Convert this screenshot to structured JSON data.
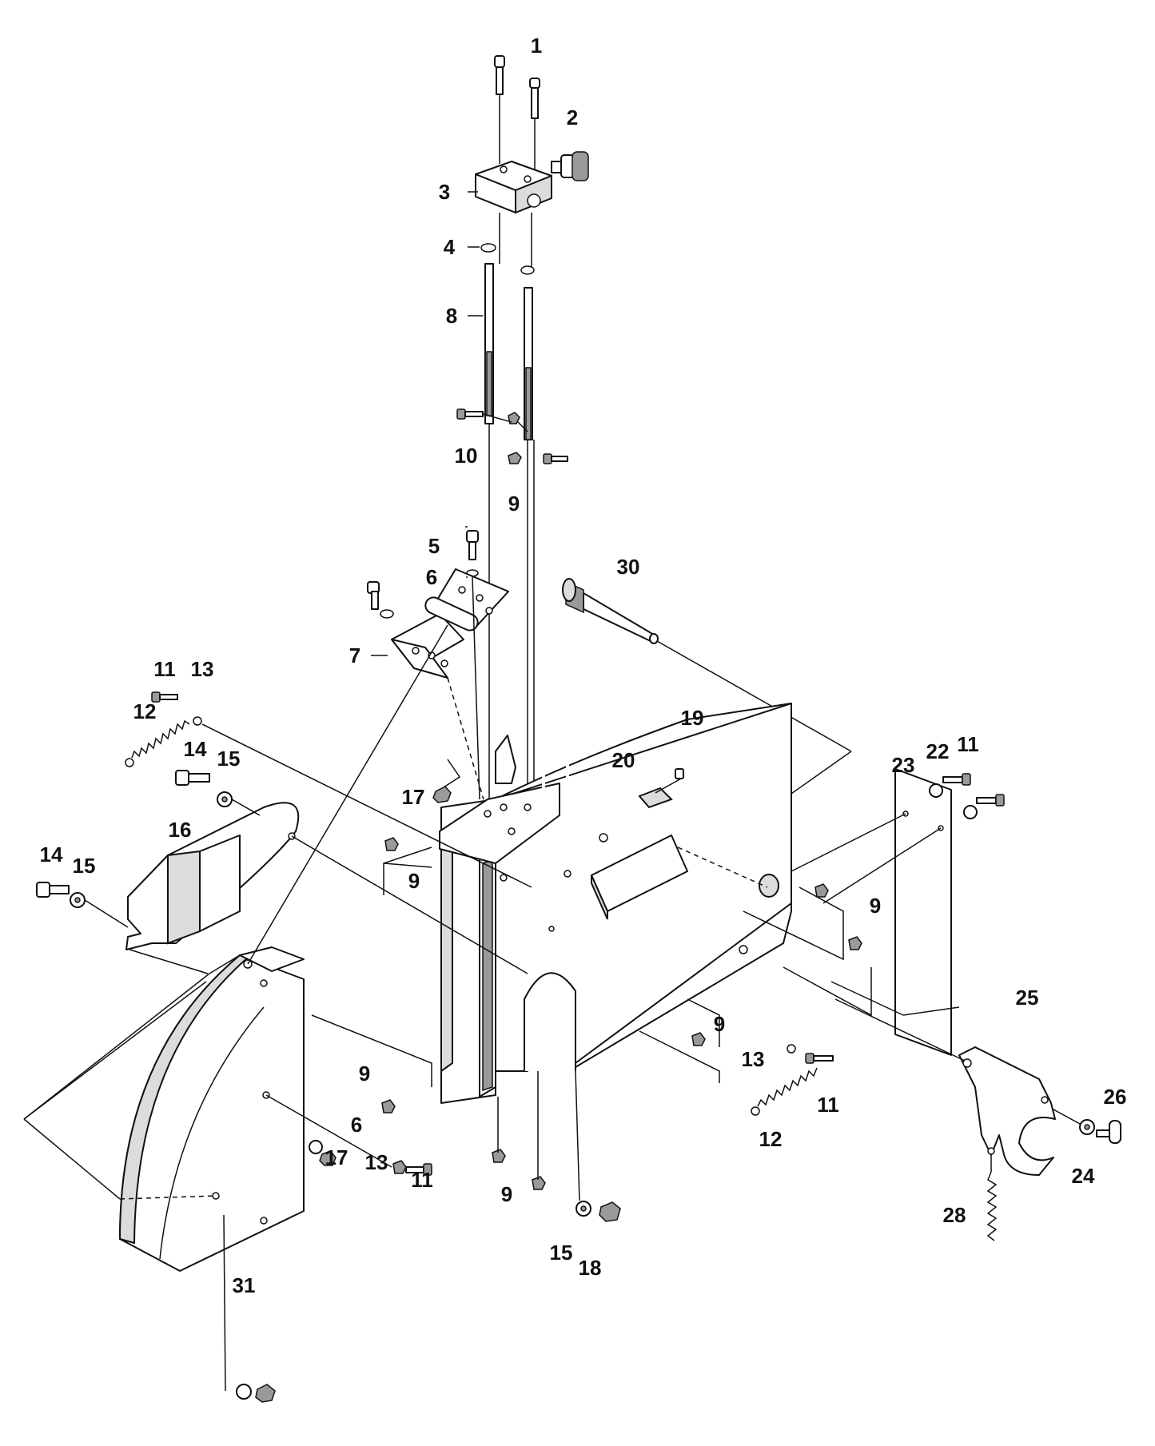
{
  "callouts": [
    {
      "id": "c1",
      "text": "1"
    },
    {
      "id": "c2",
      "text": "2"
    },
    {
      "id": "c3",
      "text": "3"
    },
    {
      "id": "c4",
      "text": "4"
    },
    {
      "id": "c8",
      "text": "8"
    },
    {
      "id": "c10",
      "text": "10"
    },
    {
      "id": "c9a",
      "text": "9"
    },
    {
      "id": "c5",
      "text": "5"
    },
    {
      "id": "c6a",
      "text": "6"
    },
    {
      "id": "c30",
      "text": "30"
    },
    {
      "id": "c7",
      "text": "7"
    },
    {
      "id": "c11a",
      "text": "11"
    },
    {
      "id": "c13a",
      "text": "13"
    },
    {
      "id": "c12a",
      "text": "12"
    },
    {
      "id": "c19",
      "text": "19"
    },
    {
      "id": "c14a",
      "text": "14"
    },
    {
      "id": "c15a",
      "text": "15"
    },
    {
      "id": "c20",
      "text": "20"
    },
    {
      "id": "c23",
      "text": "23"
    },
    {
      "id": "c22",
      "text": "22"
    },
    {
      "id": "c11b",
      "text": "11"
    },
    {
      "id": "c17a",
      "text": "17"
    },
    {
      "id": "c16",
      "text": "16"
    },
    {
      "id": "c9b",
      "text": "9"
    },
    {
      "id": "c14b",
      "text": "14"
    },
    {
      "id": "c15b",
      "text": "15"
    },
    {
      "id": "c9c",
      "text": "9"
    },
    {
      "id": "c25",
      "text": "25"
    },
    {
      "id": "c9d",
      "text": "9"
    },
    {
      "id": "c13b",
      "text": "13"
    },
    {
      "id": "c9e",
      "text": "9"
    },
    {
      "id": "c11c",
      "text": "11"
    },
    {
      "id": "c6b",
      "text": "6"
    },
    {
      "id": "c26",
      "text": "26"
    },
    {
      "id": "c12b",
      "text": "12"
    },
    {
      "id": "c17b",
      "text": "17"
    },
    {
      "id": "c13c",
      "text": "13"
    },
    {
      "id": "c11d",
      "text": "11"
    },
    {
      "id": "c24",
      "text": "24"
    },
    {
      "id": "c9f",
      "text": "9"
    },
    {
      "id": "c28",
      "text": "28"
    },
    {
      "id": "c15c",
      "text": "15"
    },
    {
      "id": "c18",
      "text": "18"
    },
    {
      "id": "c31",
      "text": "31"
    }
  ]
}
